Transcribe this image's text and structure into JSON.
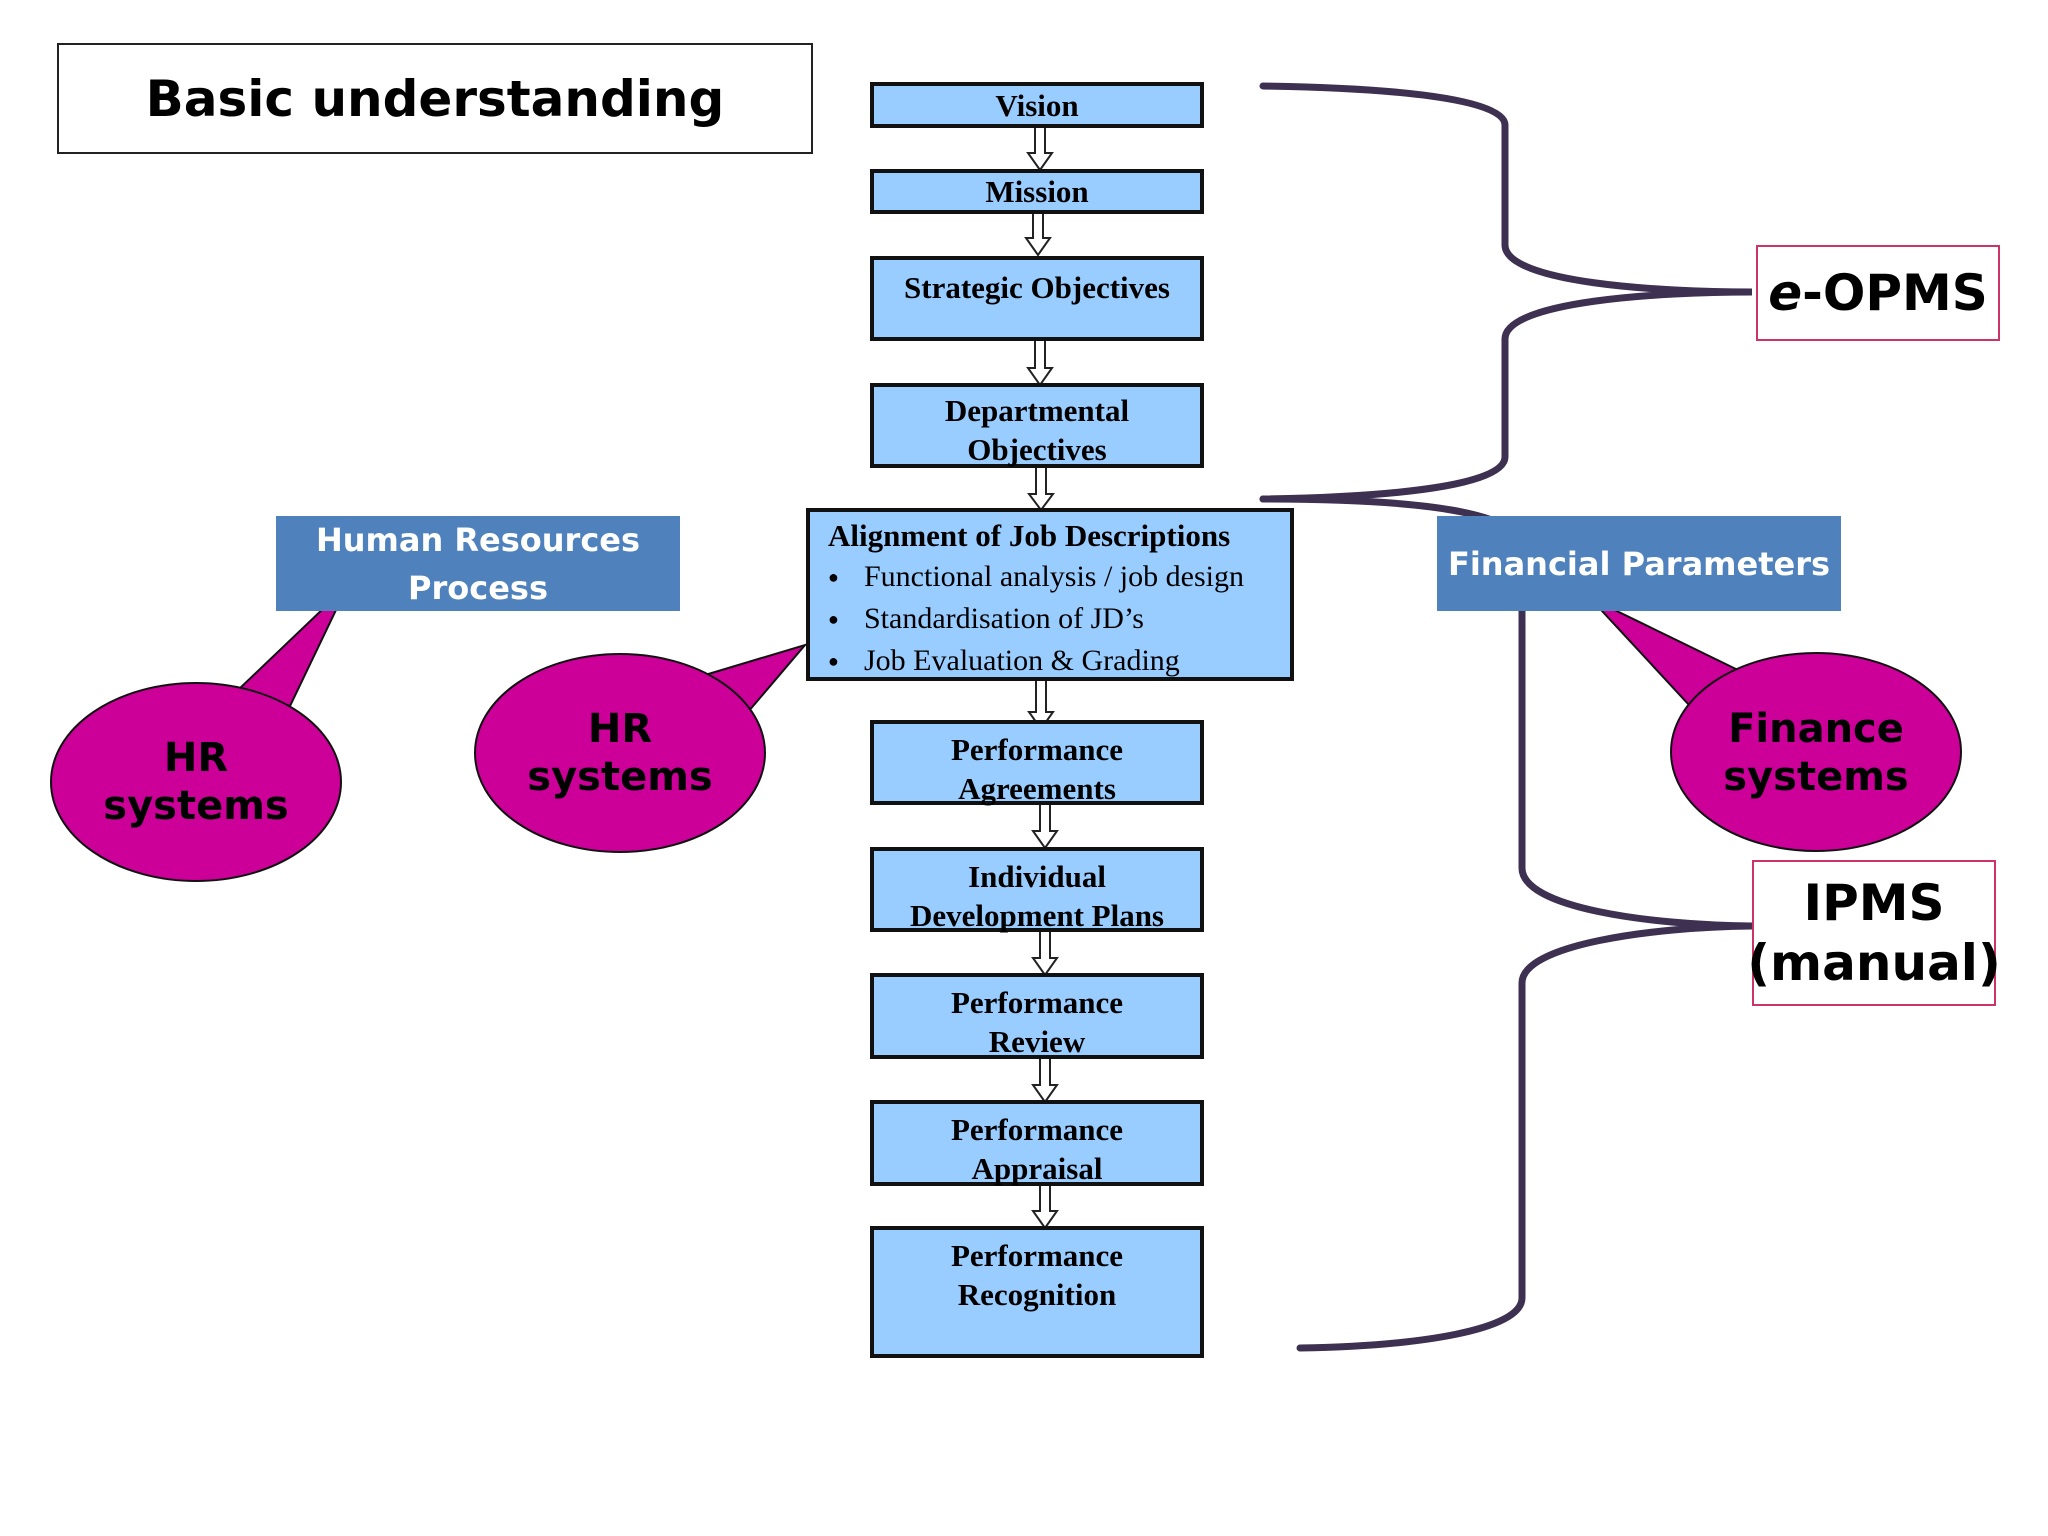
{
  "title": "Basic understanding",
  "flow": {
    "vision": "Vision",
    "mission": "Mission",
    "strategic": "Strategic Objectives",
    "departmental": [
      "Departmental",
      "Objectives"
    ],
    "alignment": {
      "title": "Alignment of Job Descriptions",
      "bullets": [
        "Functional analysis / job design",
        "Standardisation of JD’s",
        "Job Evaluation & Grading"
      ]
    },
    "agreements": [
      "Performance",
      "Agreements"
    ],
    "idp": [
      "Individual",
      "Development Plans"
    ],
    "review": [
      "Performance",
      "Review"
    ],
    "appraisal": [
      "Performance",
      "Appraisal"
    ],
    "recognition": [
      "Performance",
      "Recognition"
    ]
  },
  "processes": {
    "hr": [
      "Human Resources",
      "Process"
    ],
    "finance": "Financial Parameters"
  },
  "callouts": {
    "hr_left": [
      "HR",
      "systems"
    ],
    "hr_center": [
      "HR",
      "systems"
    ],
    "finance": [
      "Finance",
      "systems"
    ]
  },
  "brackets": {
    "eopms_prefix": "e",
    "eopms_rest": "-OPMS",
    "ipms": [
      "IPMS",
      "(manual)"
    ]
  },
  "colors": {
    "flow_fill": "#99ccff",
    "process_fill": "#4f81bd",
    "callout_fill": "#cc0099",
    "bracket": "#3d3050",
    "tag_border": "#cc3366"
  }
}
